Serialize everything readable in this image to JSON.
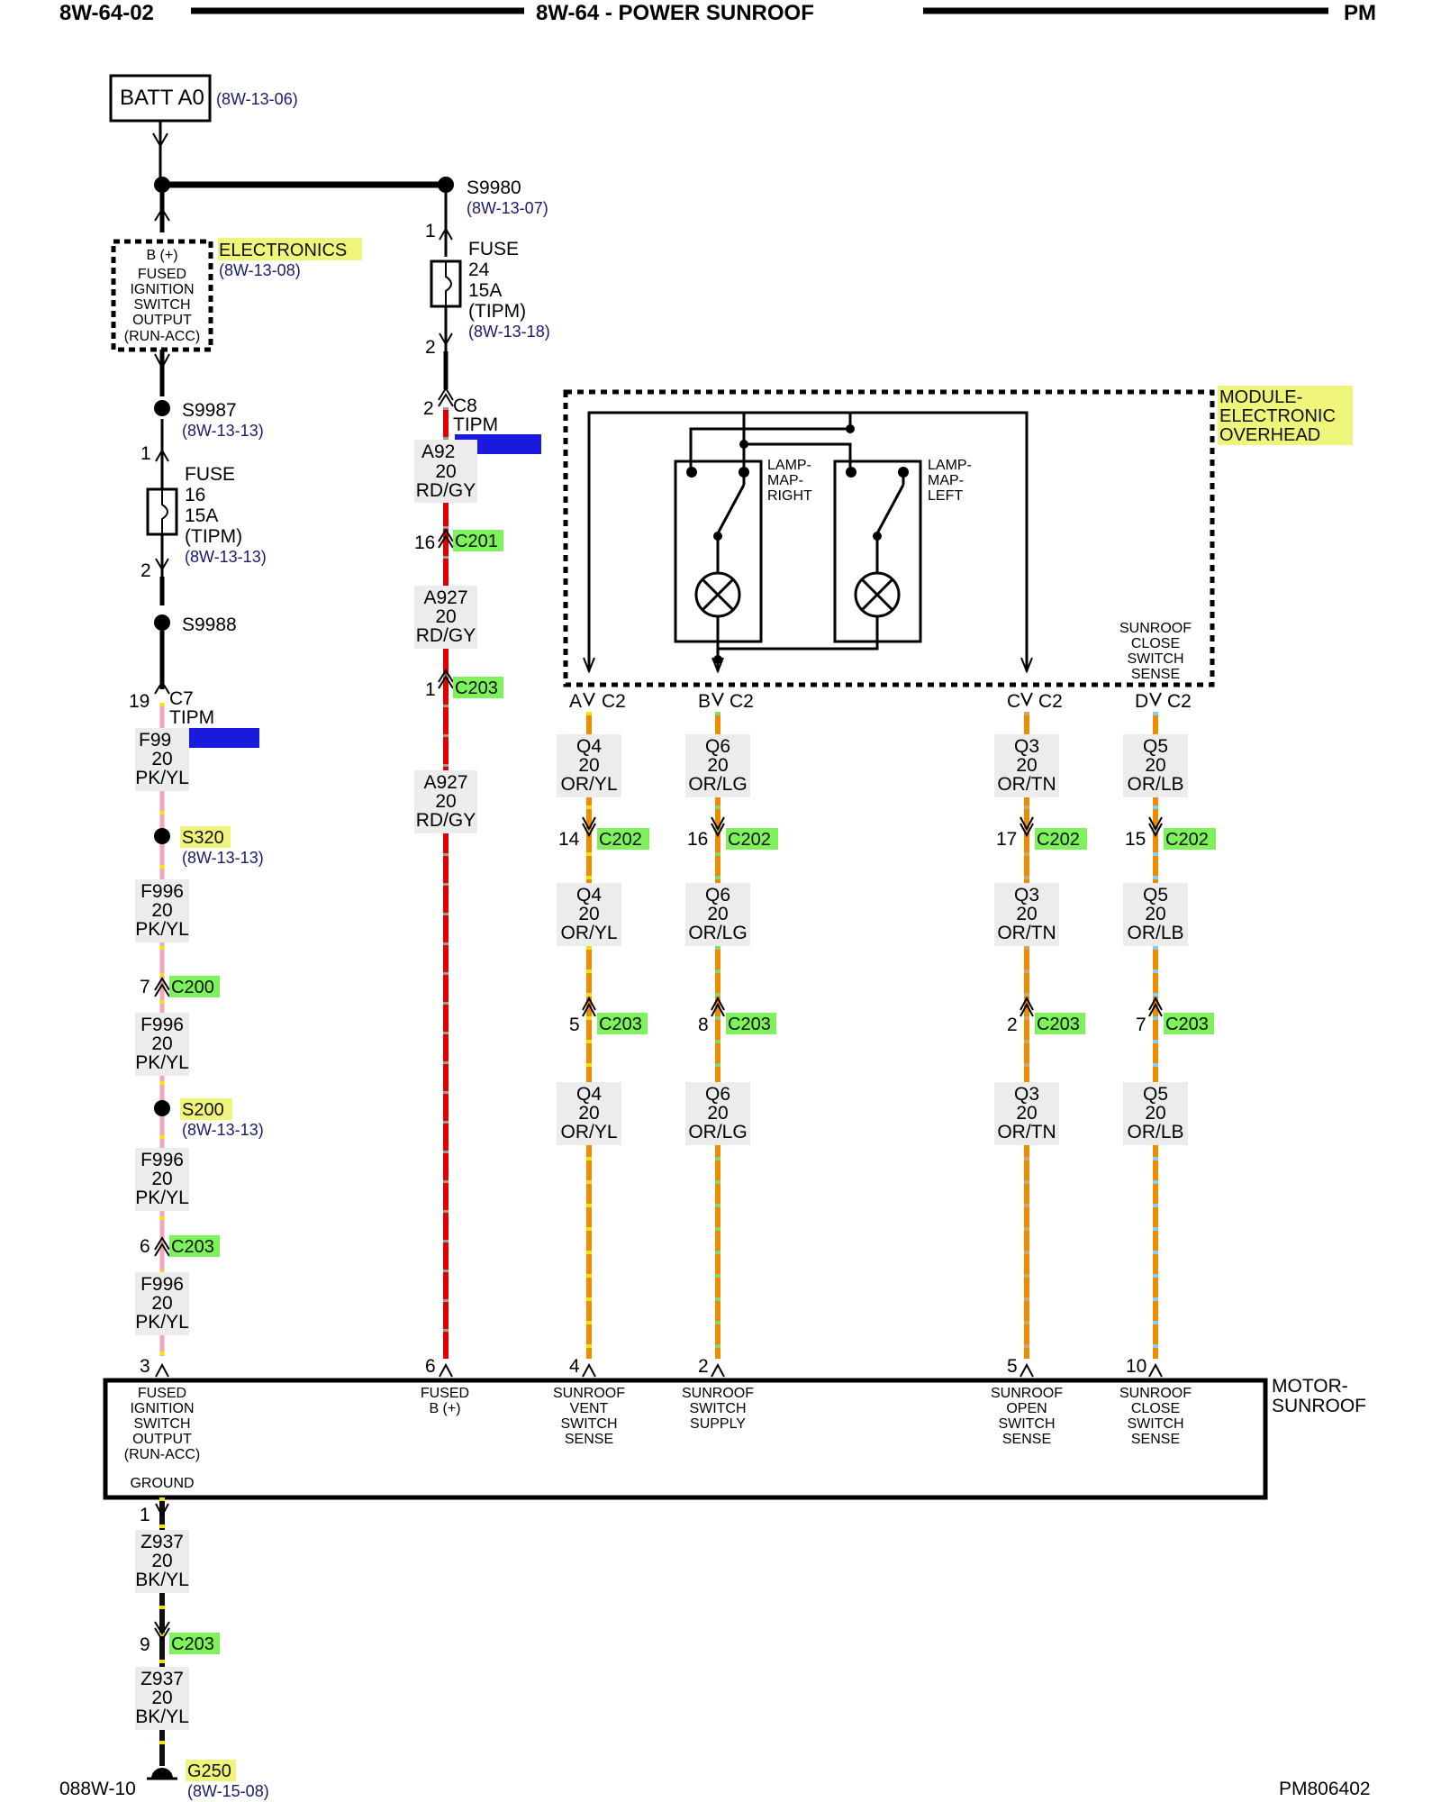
{
  "header": {
    "left": "8W-64-02",
    "center": "8W-64 - POWER SUNROOF",
    "right": "PM"
  },
  "footer": {
    "left": "088W-10",
    "right": "PM806402"
  },
  "colors": {
    "pk_yl": "#f4a6b8",
    "rd_gy": "#e00000",
    "or_stripe": "#f08a00",
    "yl_stripe": "#f3e200",
    "lg_stripe": "#8ed36a",
    "tn_stripe": "#d9a35a",
    "lb_stripe": "#7fd0f0",
    "bk_yl": "#111111",
    "highlight_green": "#7df25a",
    "highlight_yellow": "#eef57a",
    "redaction_blue": "#1a1adf"
  },
  "batt": {
    "label": "BATT A0",
    "ref": "(8W-13-06)"
  },
  "splices": {
    "s9980": {
      "label": "S9980",
      "ref": "(8W-13-07)"
    },
    "s9987": {
      "label": "S9987",
      "ref": "(8W-13-13)"
    },
    "s9988": {
      "label": "S9988"
    },
    "s320": {
      "label": "S320",
      "ref": "(8W-13-13)"
    },
    "s200": {
      "label": "S200",
      "ref": "(8W-13-13)"
    }
  },
  "electronics_box": {
    "title": "ELECTRONICS",
    "ref": "(8W-13-08)",
    "lines": [
      "B (+)",
      "FUSED",
      "IGNITION",
      "SWITCH",
      "OUTPUT",
      "(RUN-ACC)"
    ]
  },
  "fuse16": {
    "pin_in": "1",
    "pin_out": "2",
    "lines": [
      "FUSE",
      "16",
      "15A",
      "(TIPM)"
    ],
    "ref": "(8W-13-13)"
  },
  "fuse24": {
    "pin_in": "1",
    "pin_out": "2",
    "lines": [
      "FUSE",
      "24",
      "15A",
      "(TIPM)"
    ],
    "ref": "(8W-13-18)"
  },
  "left_branch": {
    "c7": {
      "pin": "19",
      "conn": "C7",
      "sub": "TIPM"
    },
    "w1": [
      "F99",
      "20",
      "PK/YL"
    ],
    "w2": [
      "F996",
      "20",
      "PK/YL"
    ],
    "c200": {
      "pin": "7",
      "conn": "C200"
    },
    "w3": [
      "F996",
      "20",
      "PK/YL"
    ],
    "w4": [
      "F996",
      "20",
      "PK/YL"
    ],
    "c203": {
      "pin": "6",
      "conn": "C203"
    },
    "w5": [
      "F996",
      "20",
      "PK/YL"
    ],
    "motor_pin": "3"
  },
  "red_branch": {
    "c8": {
      "pin": "2",
      "conn": "C8",
      "sub": "TIPM"
    },
    "w1": [
      "A92",
      "20",
      "RD/GY"
    ],
    "c201": {
      "pin": "16",
      "conn": "C201"
    },
    "w2": [
      "A927",
      "20",
      "RD/GY"
    ],
    "c203": {
      "pin": "1",
      "conn": "C203"
    },
    "w3": [
      "A927",
      "20",
      "RD/GY"
    ],
    "motor_pin": "6"
  },
  "module": {
    "title_lines": [
      "MODULE-",
      "ELECTRONIC",
      "OVERHEAD"
    ],
    "lamp_right": [
      "LAMP-",
      "MAP-",
      "RIGHT"
    ],
    "lamp_left": [
      "LAMP-",
      "MAP-",
      "LEFT"
    ],
    "sense_lines": [
      "SUNROOF",
      "CLOSE",
      "SWITCH",
      "SENSE"
    ]
  },
  "columns": [
    {
      "c2_pin": "A",
      "c2": "C2",
      "w1": [
        "Q4",
        "20",
        "OR/YL"
      ],
      "c202": {
        "pin": "14",
        "conn": "C202"
      },
      "w2": [
        "Q4",
        "20",
        "OR/YL"
      ],
      "c203": {
        "pin": "5",
        "conn": "C203"
      },
      "w3": [
        "Q4",
        "20",
        "OR/YL"
      ],
      "motor_pin": "4"
    },
    {
      "c2_pin": "B",
      "c2": "C2",
      "w1": [
        "Q6",
        "20",
        "OR/LG"
      ],
      "c202": {
        "pin": "16",
        "conn": "C202"
      },
      "w2": [
        "Q6",
        "20",
        "OR/LG"
      ],
      "c203": {
        "pin": "8",
        "conn": "C203"
      },
      "w3": [
        "Q6",
        "20",
        "OR/LG"
      ],
      "motor_pin": "2"
    },
    {
      "c2_pin": "C",
      "c2": "C2",
      "w1": [
        "Q3",
        "20",
        "OR/TN"
      ],
      "c202": {
        "pin": "17",
        "conn": "C202"
      },
      "w2": [
        "Q3",
        "20",
        "OR/TN"
      ],
      "c203": {
        "pin": "2",
        "conn": "C203"
      },
      "w3": [
        "Q3",
        "20",
        "OR/TN"
      ],
      "motor_pin": "5"
    },
    {
      "c2_pin": "D",
      "c2": "C2",
      "w1": [
        "Q5",
        "20",
        "OR/LB"
      ],
      "c202": {
        "pin": "15",
        "conn": "C202"
      },
      "w2": [
        "Q5",
        "20",
        "OR/LB"
      ],
      "c203": {
        "pin": "7",
        "conn": "C203"
      },
      "w3": [
        "Q5",
        "20",
        "OR/LB"
      ],
      "motor_pin": "10"
    }
  ],
  "motor": {
    "title_lines": [
      "MOTOR-",
      "SUNROOF"
    ],
    "pin1_lines": [
      "FUSED",
      "IGNITION",
      "SWITCH",
      "OUTPUT",
      "(RUN-ACC)"
    ],
    "ground": "GROUND",
    "pin2_lines": [
      "FUSED",
      "B (+)"
    ],
    "pin3_lines": [
      "SUNROOF",
      "VENT",
      "SWITCH",
      "SENSE"
    ],
    "pin4_lines": [
      "SUNROOF",
      "SWITCH",
      "SUPPLY"
    ],
    "pin5_lines": [
      "SUNROOF",
      "OPEN",
      "SWITCH",
      "SENSE"
    ],
    "pin6_lines": [
      "SUNROOF",
      "CLOSE",
      "SWITCH",
      "SENSE"
    ]
  },
  "ground_branch": {
    "pin": "1",
    "w1": [
      "Z937",
      "20",
      "BK/YL"
    ],
    "c203": {
      "pin": "9",
      "conn": "C203"
    },
    "w2": [
      "Z937",
      "20",
      "BK/YL"
    ],
    "g": {
      "label": "G250",
      "ref": "(8W-15-08)"
    }
  }
}
